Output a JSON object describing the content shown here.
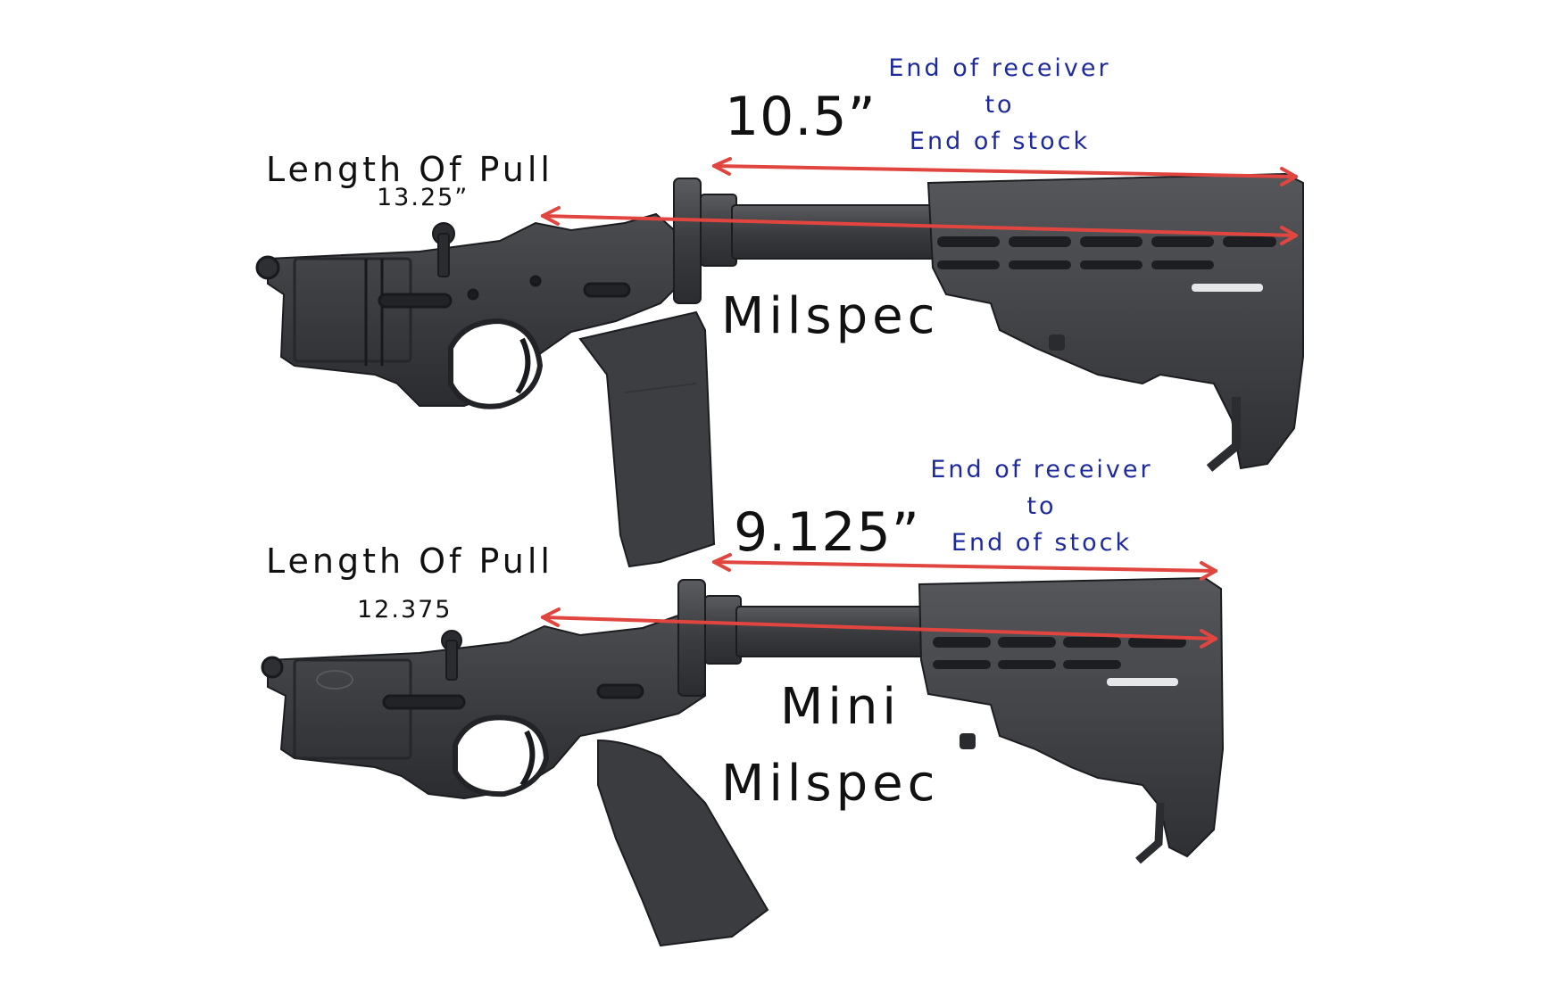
{
  "colors": {
    "arrow": "#e0463f",
    "note_text": "#1e2a9c",
    "label_text": "#111111",
    "receiver": "#3a3c40",
    "stock": "#404246",
    "grip": "#4a4c50"
  },
  "top": {
    "model_label": "Milspec",
    "measure_label": "10.5”",
    "length_of_pull_label": "Length Of Pull",
    "length_of_pull_value": "13.25”",
    "note": {
      "line1": "End of receiver",
      "line2": "to",
      "line3": "End of stock"
    }
  },
  "bottom": {
    "model_label_line1": "Mini",
    "model_label_line2": "Milspec",
    "measure_label": "9.125”",
    "length_of_pull_label": "Length Of Pull",
    "length_of_pull_value": "12.375",
    "note": {
      "line1": "End of receiver",
      "line2": "to",
      "line3": "End of stock"
    }
  }
}
